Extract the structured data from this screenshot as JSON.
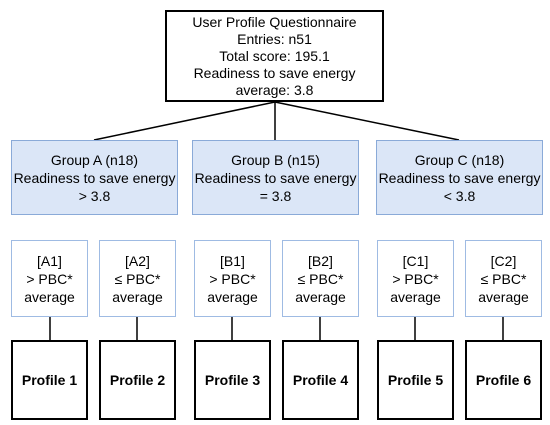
{
  "root": {
    "title": "User Profile Questionnaire",
    "entries": "Entries: n51",
    "total": "Total score: 195.1",
    "readiness": "Readiness to save energy",
    "average": "average: 3.8"
  },
  "groups": [
    {
      "name": "Group A (n18)",
      "line1": "Readiness to save energy",
      "line2": "> 3.8"
    },
    {
      "name": "Group B (n15)",
      "line1": "Readiness to save energy",
      "line2": "= 3.8"
    },
    {
      "name": "Group C (n18)",
      "line1": "Readiness to save energy",
      "line2": "< 3.8"
    }
  ],
  "subgroups": [
    {
      "id": "[A1]",
      "cond": "> PBC*",
      "avg": "average"
    },
    {
      "id": "[A2]",
      "cond": "≤ PBC*",
      "avg": "average"
    },
    {
      "id": "[B1]",
      "cond": "> PBC*",
      "avg": "average"
    },
    {
      "id": "[B2]",
      "cond": "≤ PBC*",
      "avg": "average"
    },
    {
      "id": "[C1]",
      "cond": "> PBC*",
      "avg": "average"
    },
    {
      "id": "[C2]",
      "cond": "≤ PBC*",
      "avg": "average"
    }
  ],
  "profiles": [
    "Profile 1",
    "Profile 2",
    "Profile 3",
    "Profile 4",
    "Profile 5",
    "Profile 6"
  ]
}
